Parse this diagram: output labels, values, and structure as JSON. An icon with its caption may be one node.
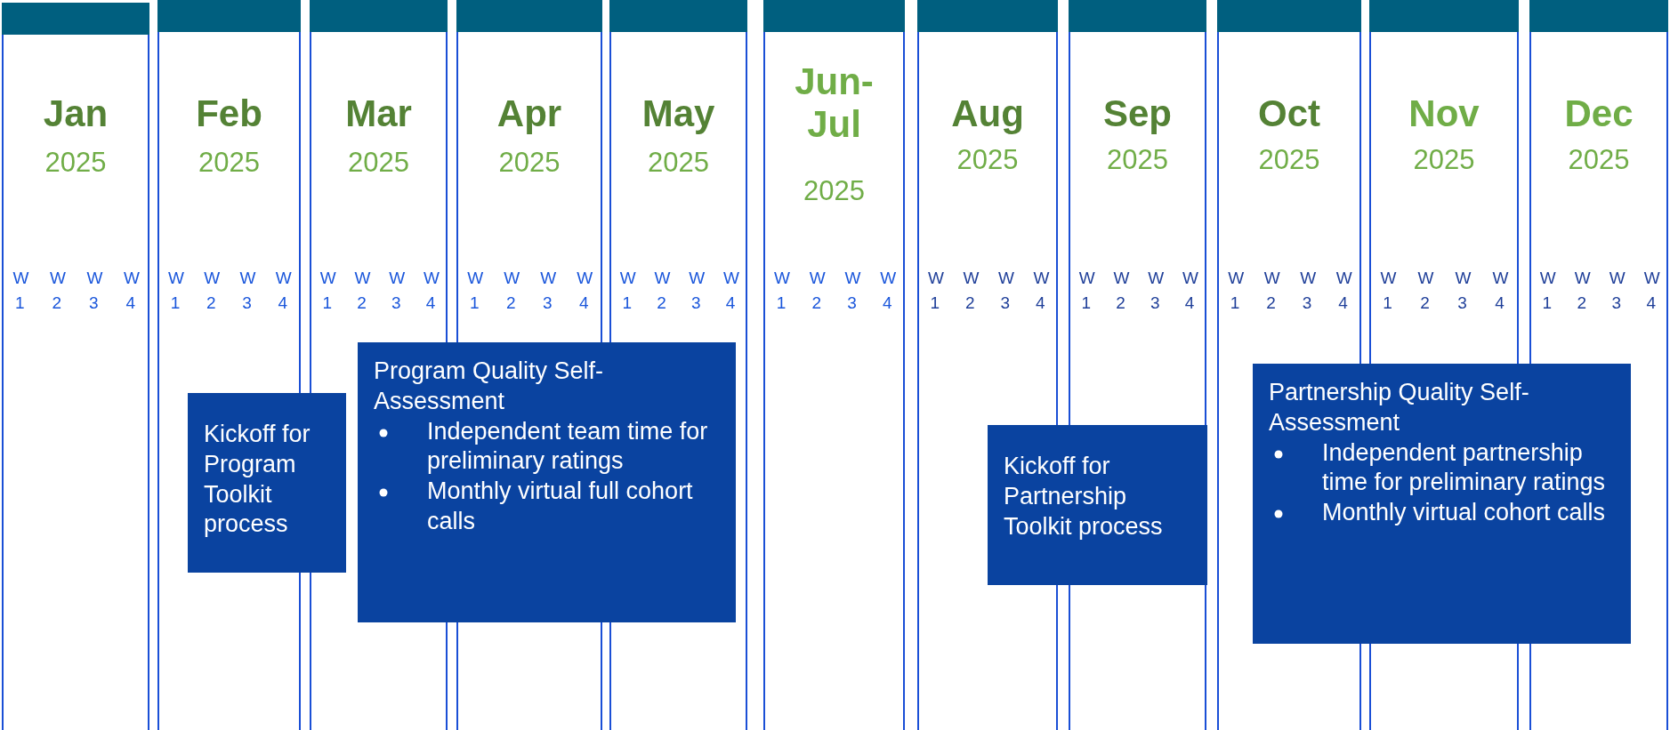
{
  "diagram": {
    "nodes": [
      {
        "text": [
          "Jan",
          "2025",
          "W 1",
          "W 2",
          "W 3",
          "W 4"
        ]
      },
      {
        "text": [
          "Feb",
          "2025",
          "W 1",
          "W 2",
          "W 3",
          "W 4"
        ]
      },
      {
        "text": [
          "Mar",
          "2025",
          "W 1",
          "W 2",
          "W 3",
          "W 4"
        ]
      },
      {
        "text": [
          "Apr",
          "2025",
          "W 1",
          "W 2",
          "W 3",
          "W 4"
        ]
      },
      {
        "text": [
          "May",
          "2025",
          "W 1",
          "W 2",
          "W 3",
          "W 4"
        ]
      },
      {
        "text": [
          "Jun-Jul",
          "2025",
          "W 1",
          "W 2",
          "W 3",
          "W 4"
        ]
      },
      {
        "text": [
          "Aug",
          "2025",
          "W 1",
          "W 2",
          "W 3",
          "W 4"
        ]
      },
      {
        "text": [
          "Sep",
          "2025",
          "W 1",
          "W 2",
          "W 3",
          "W 4"
        ]
      },
      {
        "text": [
          "Oct",
          "2025",
          "W 1",
          "W 2",
          "W 3",
          "W 4"
        ]
      },
      {
        "text": [
          "Nov",
          "2025",
          "W 1",
          "W 2",
          "W 3",
          "W 4"
        ]
      },
      {
        "text": [
          "Dec",
          "2025",
          "W 1",
          "W 2",
          "W 3",
          "W 4"
        ]
      },
      {
        "text": [
          "Kickoff for Program Toolkit process"
        ]
      },
      {
        "text": [
          "Program Quality Self-Assessment",
          "Independent team time for preliminary ratings",
          "Monthly virtual full cohort calls"
        ]
      },
      {
        "text": [
          "Kickoff for Partnership Toolkit process"
        ]
      },
      {
        "text": [
          "Partnership Quality Self-Assessment",
          "Independent partnership time for preliminary ratings",
          "Monthly virtual cohort calls"
        ]
      }
    ]
  }
}
